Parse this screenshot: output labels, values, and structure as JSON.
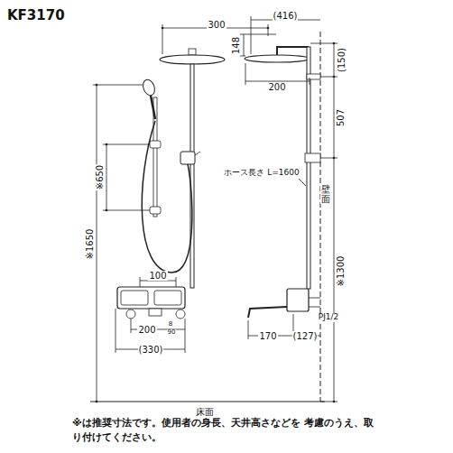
{
  "diagram": {
    "title": "KF3170",
    "labels": [
      "300",
      "148",
      "(416)",
      "(150)",
      "200",
      "507",
      "※650",
      "ホース長さ L=1600",
      "壁面",
      "※1650",
      "※1300",
      "100",
      "PJ1/2",
      "200",
      "8",
      "90",
      "(330)",
      "170",
      "(127)",
      "床面",
      "※は推奨寸法です。使用者の身長、天井高さなどを 考慮のうえ、取り付けてください。"
    ]
  }
}
